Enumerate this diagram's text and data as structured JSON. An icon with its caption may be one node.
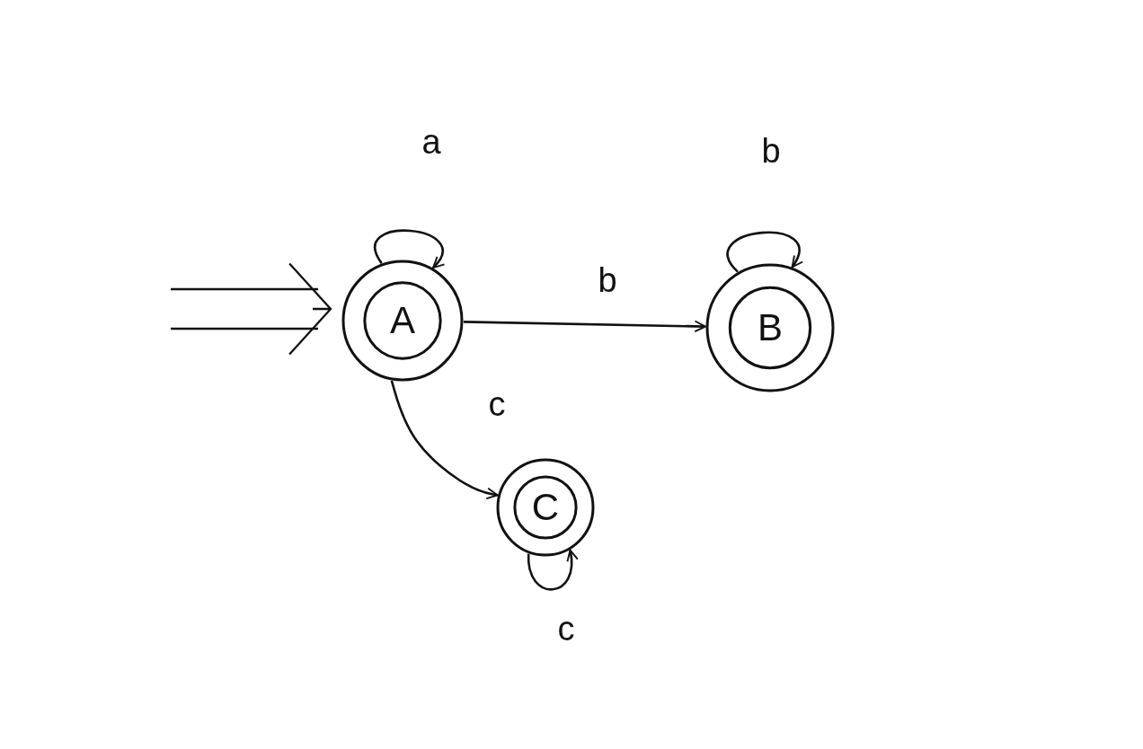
{
  "diagram": {
    "nodes": [
      {
        "text": [
          "A"
        ]
      },
      {
        "text": [
          "B"
        ]
      },
      {
        "text": [
          "C"
        ]
      }
    ],
    "edges": [
      {
        "from": null,
        "to": 0,
        "arrow": "to"
      },
      {
        "from": 0,
        "to": 0,
        "arrow": "to",
        "label": "a"
      },
      {
        "from": 0,
        "to": 1,
        "arrow": "to",
        "label": "b"
      },
      {
        "from": 1,
        "to": 1,
        "arrow": "to",
        "label": "b"
      },
      {
        "from": 0,
        "to": 2,
        "arrow": "to",
        "label": "c"
      },
      {
        "from": 2,
        "to": 2,
        "arrow": "to",
        "label": "c"
      }
    ]
  }
}
